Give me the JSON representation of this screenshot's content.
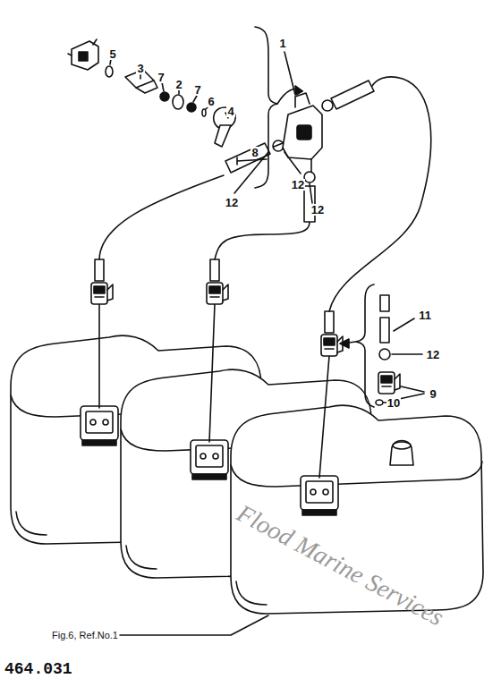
{
  "diagram": {
    "labels": [
      "5",
      "3",
      "7",
      "2",
      "7",
      "6",
      "4",
      "8",
      "1",
      "12",
      "12",
      "12",
      "11",
      "12",
      "9",
      "10",
      "Fig.6, Ref.No.1",
      "464.031",
      "Flood Marine Services"
    ]
  }
}
